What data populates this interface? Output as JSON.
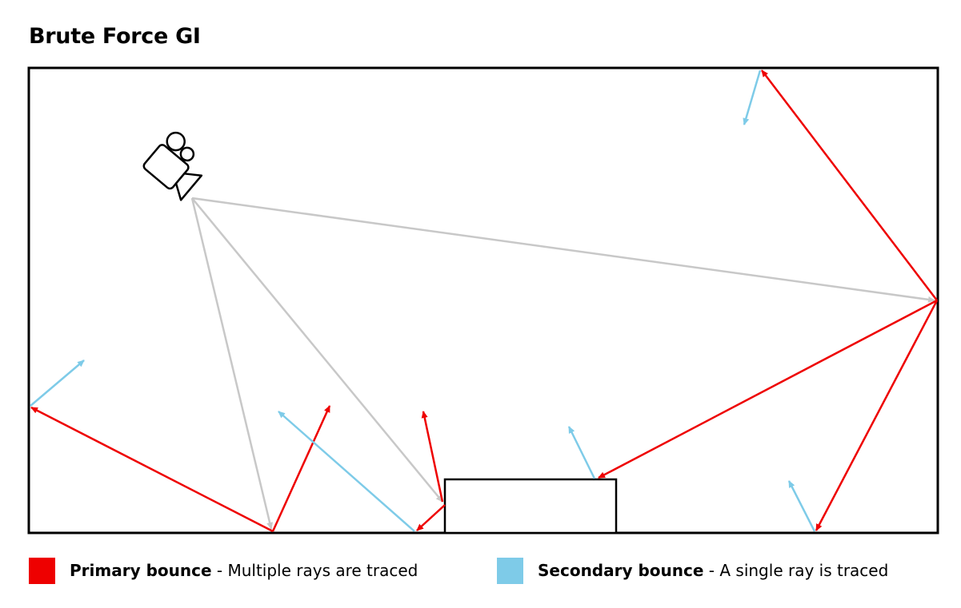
{
  "title": "Brute Force GI",
  "colors": {
    "primary": "#ee0000",
    "secondary": "#7ecbe8",
    "camera_ray": "#c8c8c8",
    "outline": "#000000"
  },
  "icons": {
    "camera": "video-camera-icon"
  },
  "legend": [
    {
      "label": "Primary bounce",
      "description": " - Multiple rays are traced",
      "color": "#ee0000"
    },
    {
      "label": "Secondary bounce",
      "description": " - A single ray is traced",
      "color": "#7ecbe8"
    }
  ]
}
